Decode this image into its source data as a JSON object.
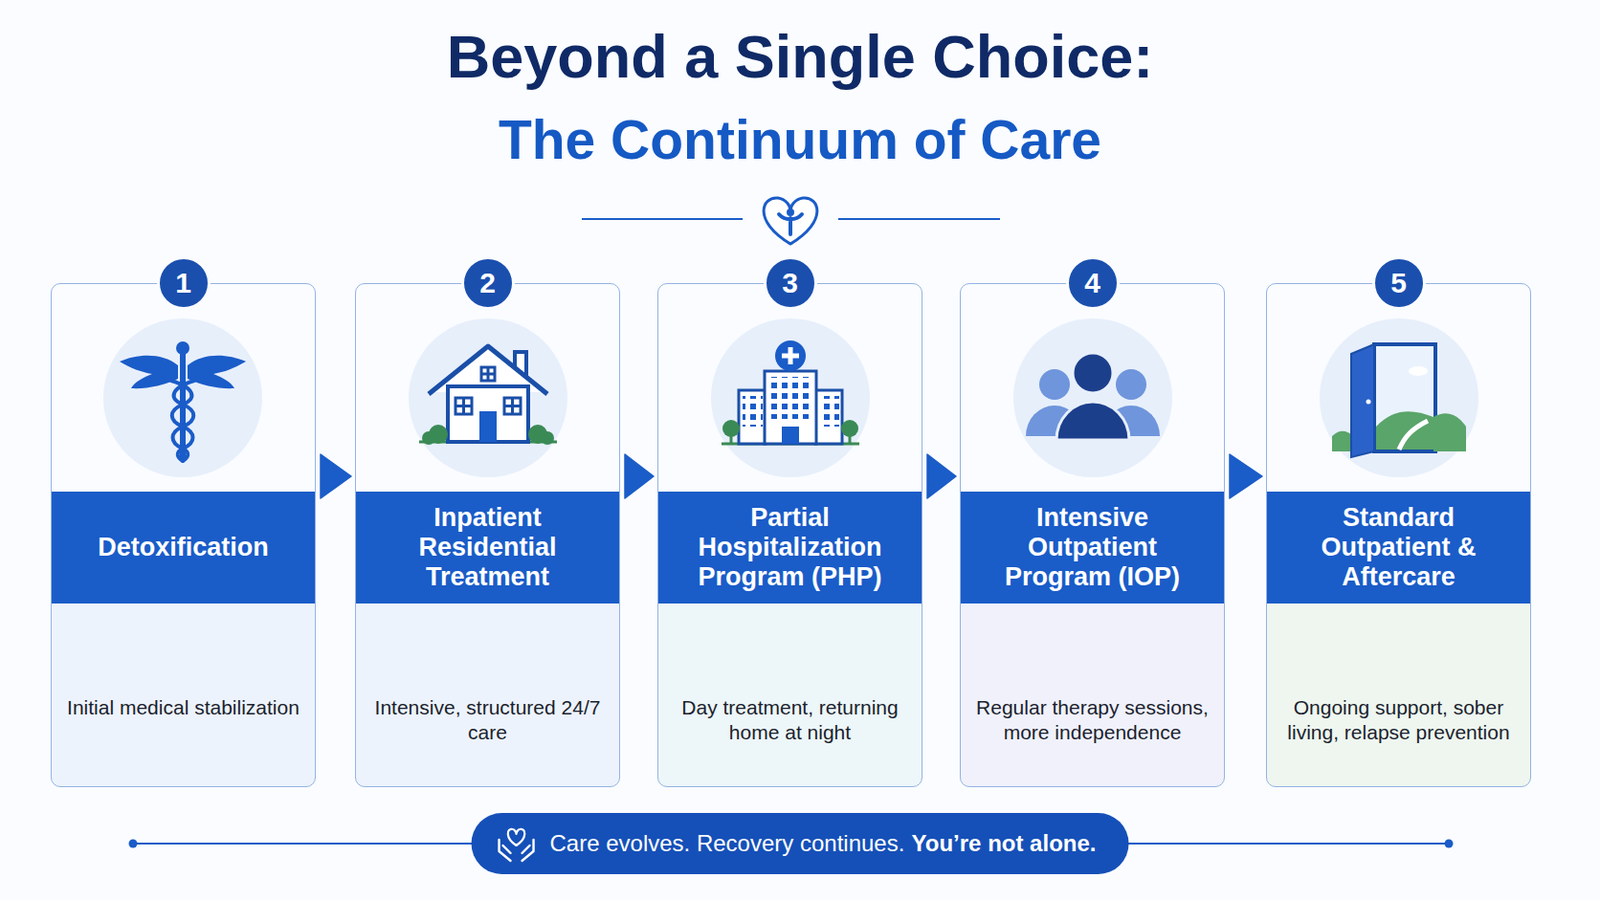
{
  "diagram": {
    "title": "Beyond a Single Choice:",
    "caption": "Care evolves. Recovery continues.",
    "nodes": [
      {
        "text": [
          "Detoxification",
          "Initial medical stabilization"
        ]
      },
      {
        "text": [
          "Inpatient Residential Treatment",
          "Intensive, structured 24/7 care"
        ]
      },
      {
        "text": [
          "Partial Hospitalization Program (PHP)",
          "Day treatment, returning home at night"
        ]
      },
      {
        "text": [
          "Intensive Outpatient Program (IOP)",
          "Regular therapy sessions, more independence"
        ]
      },
      {
        "text": [
          "Standard Outpatient & Aftercare",
          "Ongoing support, sober living, relapse prevention"
        ]
      }
    ],
    "edges": [
      {
        "from": 0,
        "to": 1,
        "arrow": "to"
      },
      {
        "from": 1,
        "to": 2,
        "arrow": "to"
      },
      {
        "from": 2,
        "to": 3,
        "arrow": "to"
      },
      {
        "from": 3,
        "to": 4,
        "arrow": "to"
      }
    ],
    "labels": [
      "The Continuum of Care",
      "1",
      "2",
      "3",
      "4",
      "5",
      "You’re not alone."
    ]
  }
}
